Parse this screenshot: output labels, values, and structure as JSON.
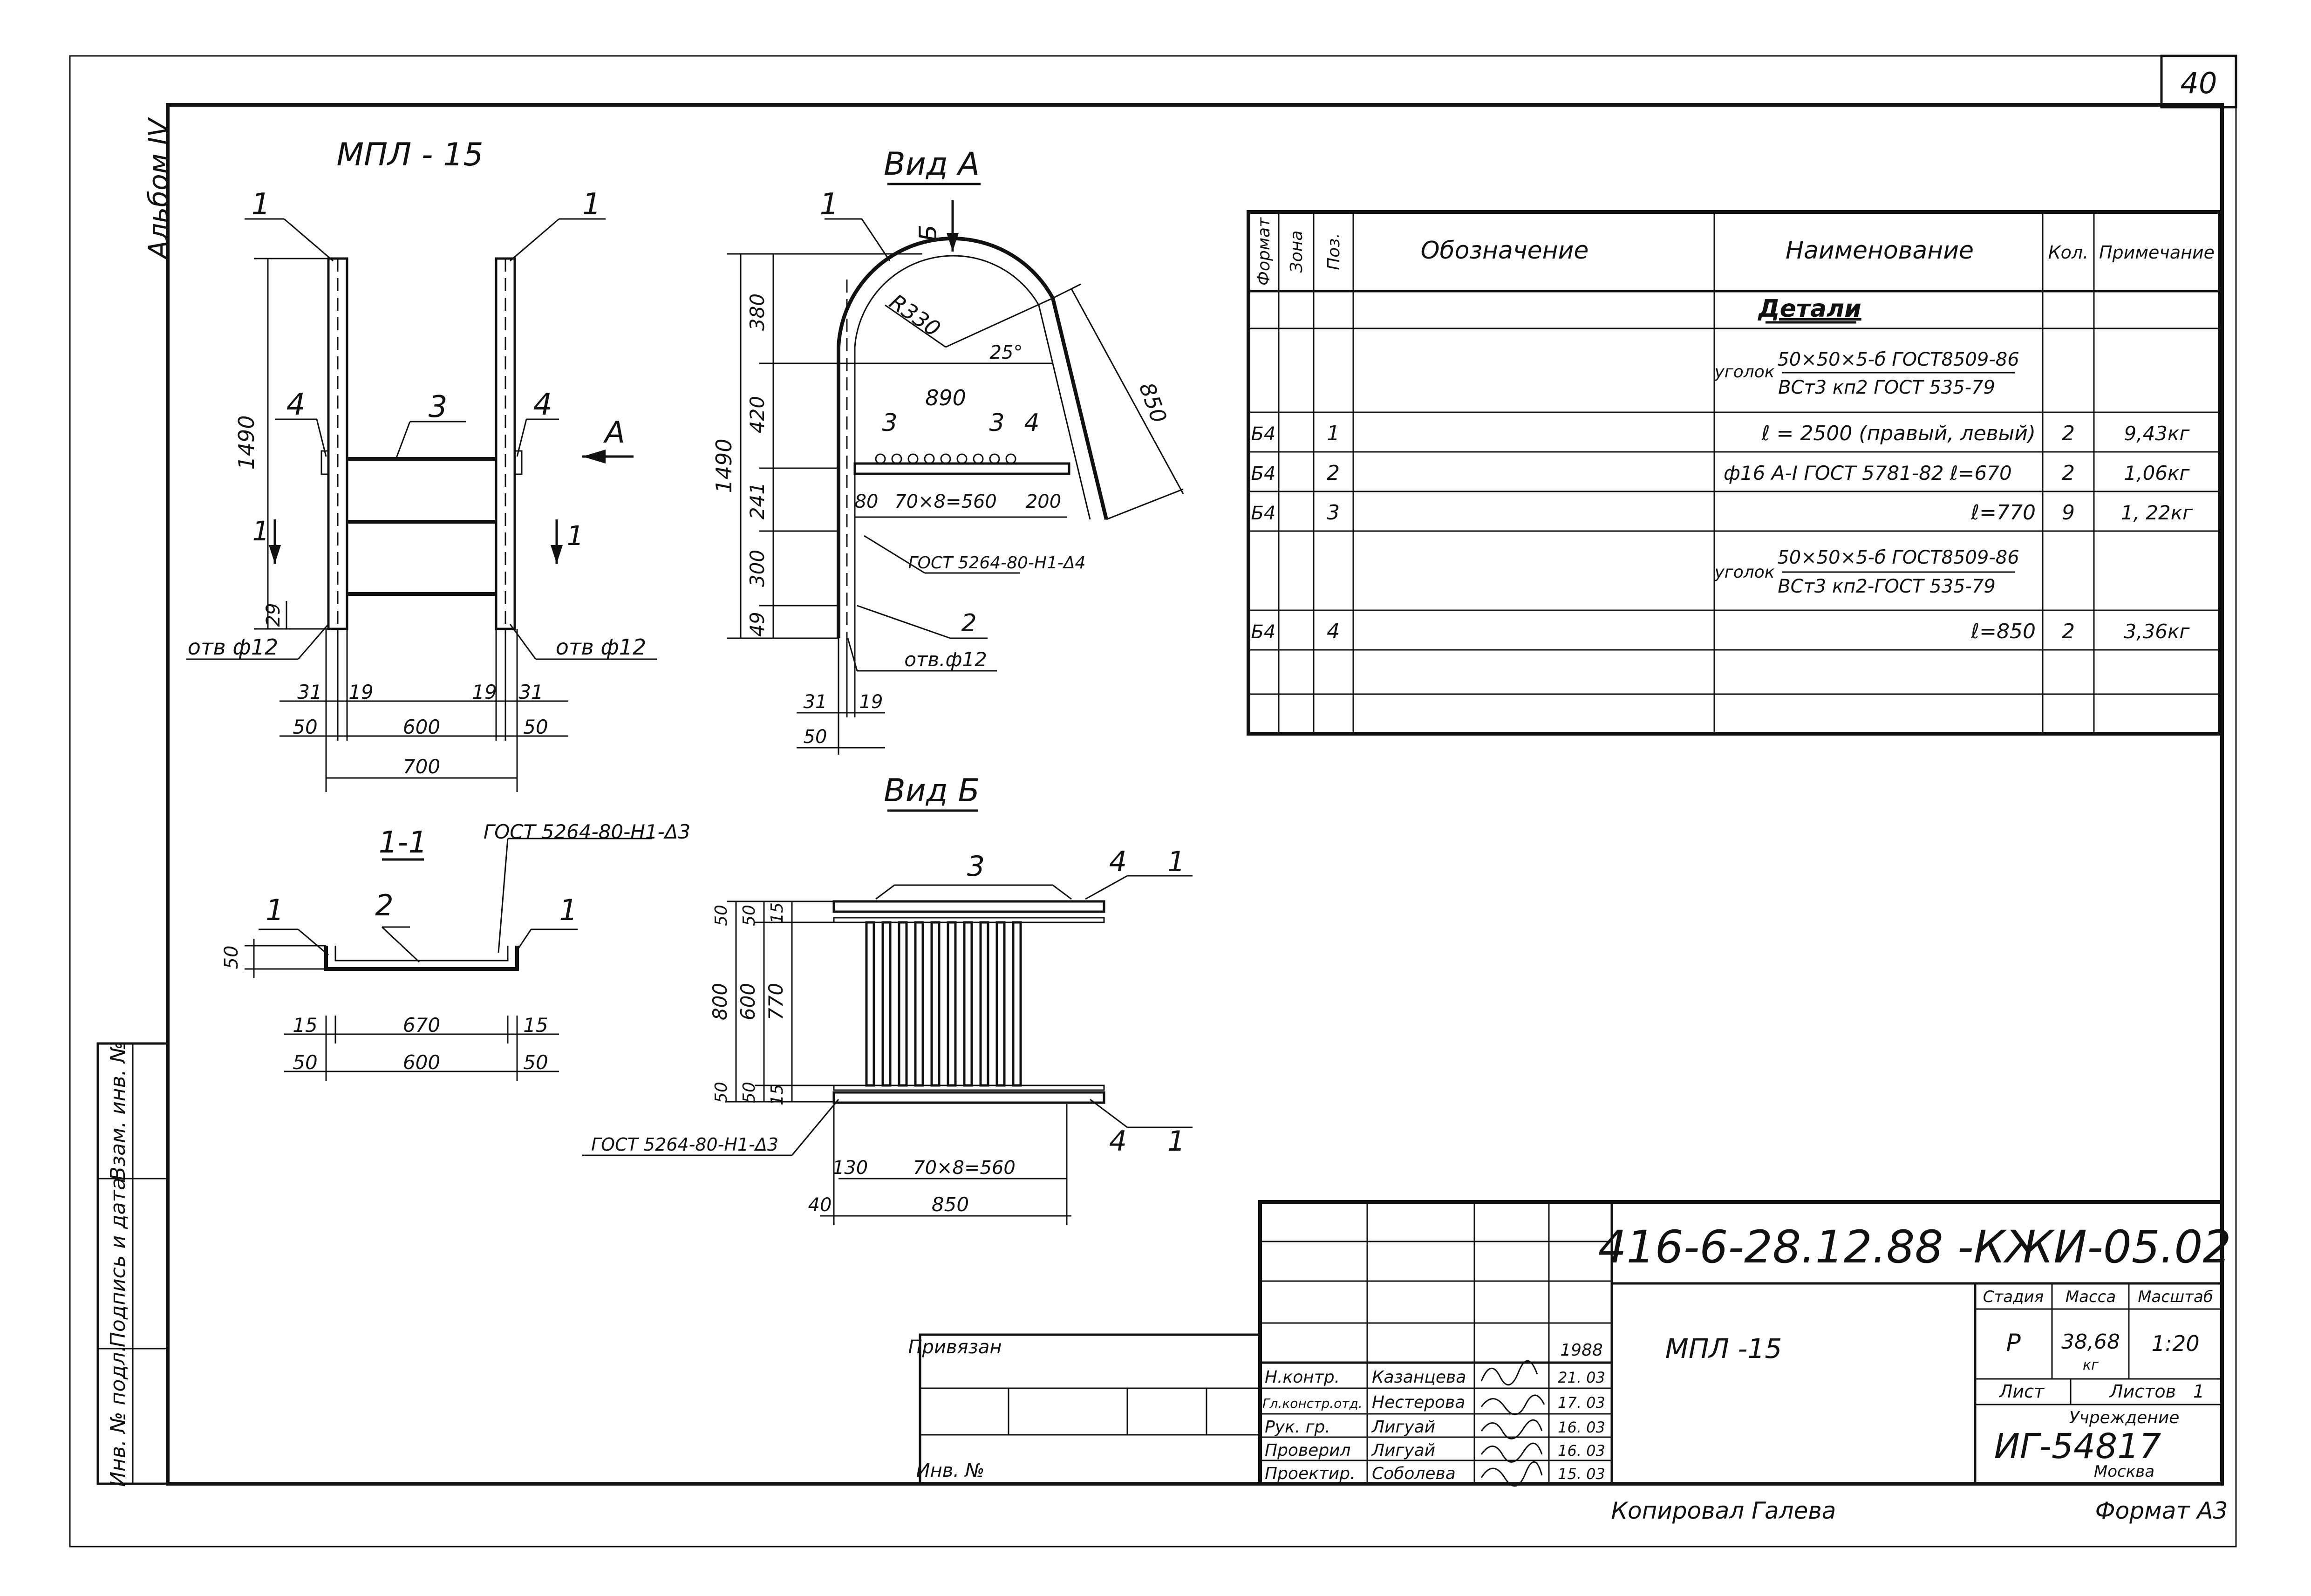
{
  "sheet": {
    "page_number": "40",
    "album": "Альбом IV",
    "format": "Формат А3",
    "copied_by": "Копировал Галева"
  },
  "views": {
    "main": {
      "title": "МПЛ - 15",
      "dims": {
        "h1490": "1490",
        "h29": "29",
        "w31a": "31",
        "w19a": "19",
        "w19b": "19",
        "w31b": "31",
        "w50a": "50",
        "w600": "600",
        "w50b": "50",
        "w700": "700"
      },
      "callouts": [
        "1",
        "1",
        "3",
        "4",
        "4"
      ],
      "arrow_a": "А",
      "section_mark": "1",
      "hole_left": "отв ф12",
      "hole_right": "отв ф12"
    },
    "view_a": {
      "title": "Вид А",
      "view_b_mark": "Б",
      "radius": "R330",
      "angle": "25°",
      "span": "890",
      "diag": "850",
      "dims_v": [
        "380",
        "420",
        "241",
        "300",
        "49"
      ],
      "overall": "1490",
      "bottom": {
        "d80": "80",
        "pitch": "70×8=560",
        "d200": "200"
      },
      "weld": "ГОСТ 5264-80-Н1-Δ4",
      "hole": "отв.ф12",
      "foot": {
        "d31": "31",
        "d19": "19",
        "d50": "50"
      },
      "callouts": [
        "1",
        "3",
        "3",
        "4",
        "2"
      ]
    },
    "section_1_1": {
      "title": "1-1",
      "weld": "ГОСТ 5264-80-Н1-Δ3",
      "height": "50",
      "dims": {
        "d15a": "15",
        "d670": "670",
        "d15b": "15",
        "d50a": "50",
        "d600": "600",
        "d50b": "50"
      },
      "callouts": [
        "1",
        "2",
        "1"
      ]
    },
    "view_b": {
      "title": "Вид Б",
      "weld": "ГОСТ 5264-80-Н1-Δ3",
      "dims_left": [
        "800",
        "50",
        "600",
        "50",
        "15",
        "770",
        "15",
        "50",
        "50"
      ],
      "dims_bottom": {
        "d130": "130",
        "pitch": "70×8=560",
        "d40": "40",
        "d850": "850"
      },
      "callouts": [
        "3",
        "4",
        "1",
        "4",
        "1"
      ]
    }
  },
  "spec_table": {
    "headers": [
      "Формат",
      "Зона",
      "Поз.",
      "Обозначение",
      "Наименование",
      "Кол.",
      "Примечание"
    ],
    "rows": [
      {
        "fmt": "",
        "zone": "",
        "pos": "",
        "name": "Детали",
        "qty": "",
        "note": ""
      },
      {
        "fmt": "",
        "zone": "",
        "pos": "",
        "name_prefix": "уголок",
        "name_top": "50×50×5-б ГОСТ8509-86",
        "name_bottom": "ВСт3 кп2 ГОСТ 535-79",
        "qty": "",
        "note": ""
      },
      {
        "fmt": "Б4",
        "zone": "",
        "pos": "1",
        "name": "ℓ = 2500 (правый, левый)",
        "qty": "2",
        "note": "9,43кг"
      },
      {
        "fmt": "Б4",
        "zone": "",
        "pos": "2",
        "name": "ф16 А-I  ГОСТ 5781-82  ℓ=670",
        "qty": "2",
        "note": "1,06кг"
      },
      {
        "fmt": "Б4",
        "zone": "",
        "pos": "3",
        "name": "ℓ=770",
        "qty": "9",
        "note": "1, 22кг"
      },
      {
        "fmt": "",
        "zone": "",
        "pos": "",
        "name_prefix": "уголок",
        "name_top": "50×50×5-б ГОСТ8509-86",
        "name_bottom": "ВСт3 кп2-ГОСТ 535-79",
        "qty": "",
        "note": ""
      },
      {
        "fmt": "Б4",
        "zone": "",
        "pos": "4",
        "name": "ℓ=850",
        "qty": "2",
        "note": "3,36кг"
      }
    ]
  },
  "title_block": {
    "doc_code": "416-6-28.12.88 -КЖИ-05.02",
    "item_name": "МПЛ -15",
    "stage_hdr": "Стадия",
    "mass_hdr": "Масса",
    "scale_hdr": "Масштаб",
    "stage": "Р",
    "mass": "38,68",
    "mass_unit": "кг",
    "scale": "1:20",
    "sheet_label": "Лист",
    "sheets_label": "Листов",
    "sheets_count": "1",
    "org_label": "Учреждение",
    "org": "ИГ-54817",
    "city": "Москва",
    "year": "1988",
    "bound_label": "Привязан",
    "inv_label": "Инв. №",
    "signers": [
      {
        "role": "Н.контр.",
        "name": "Казанцева",
        "date": "21. 03"
      },
      {
        "role": "Гл.констр.отд.",
        "name": "Нестерова",
        "date": "17. 03"
      },
      {
        "role": "Рук. гр.",
        "name": "Лигуай",
        "date": "16. 03"
      },
      {
        "role": "Проверил",
        "name": "Лигуай",
        "date": "16. 03"
      },
      {
        "role": "Проектир.",
        "name": "Соболева",
        "date": "15. 03"
      }
    ]
  },
  "side_stamp": {
    "inv_orig": "Инв. № подл.",
    "sign_date": "Подпись и дата",
    "repl_inv": "Взам. инв. №"
  }
}
